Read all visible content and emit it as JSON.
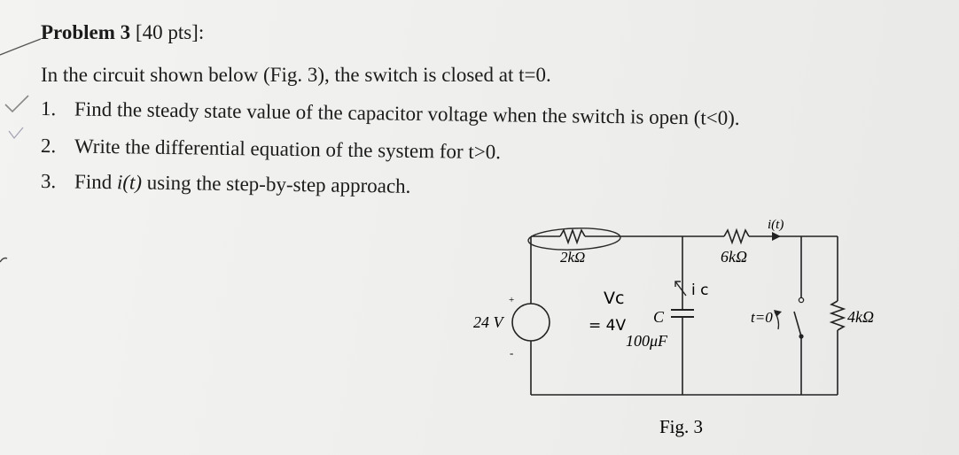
{
  "problem": {
    "title_bold": "Problem 3",
    "title_points": "[40 pts]:",
    "intro": "In the circuit shown below (Fig. 3), the switch is closed at t=0.",
    "questions": [
      {
        "num": "1.",
        "text": "Find the steady state value of the capacitor voltage when the switch is open (t<0)."
      },
      {
        "num": "2.",
        "text": "Write the differential equation of the system for t>0."
      },
      {
        "num": "3.",
        "pre": "Find ",
        "italic": "i(t)",
        "post": " using the step-by-step approach."
      }
    ]
  },
  "circuit": {
    "source_label": "24 V",
    "source_plus": "+",
    "source_minus": "-",
    "r1_label": "2kΩ",
    "r2_label": "6kΩ",
    "r3_label": "4kΩ",
    "cap_letter": "C",
    "cap_value": "100μF",
    "current_label": "i(t)",
    "switch_label": "t=0",
    "figure_caption": "Fig. 3"
  },
  "handwriting": {
    "vc": "Vc",
    "vc_value": "= 4V",
    "ic": "i c"
  }
}
